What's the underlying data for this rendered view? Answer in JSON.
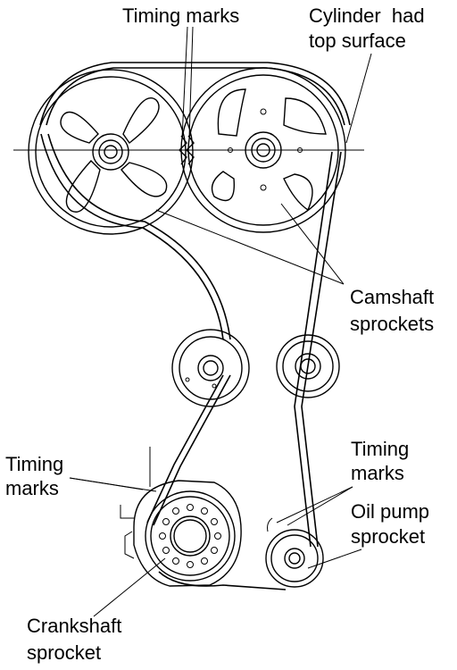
{
  "labels": {
    "timing_marks_top": "Timing marks",
    "cylinder_line1": "Cylinder  had",
    "cylinder_line2": "top surface",
    "camshaft_line1": "Camshaft",
    "camshaft_line2": "sprockets",
    "timing_left_line1": "Timing",
    "timing_left_line2": "marks",
    "timing_right_line1": "Timing",
    "timing_right_line2": "marks",
    "oilpump_line1": "Oil pump",
    "oilpump_line2": "sprocket",
    "crank_line1": "Crankshaft",
    "crank_line2": "sprocket"
  },
  "colors": {
    "ink": "#000000",
    "paper": "#ffffff"
  }
}
